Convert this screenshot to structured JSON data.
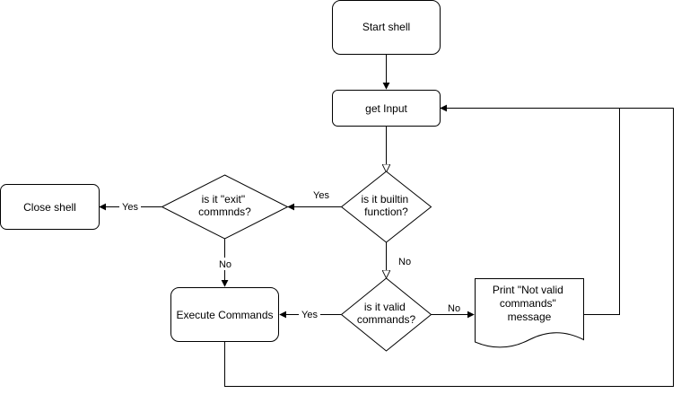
{
  "nodes": {
    "start_shell": "Start shell",
    "get_input": "get Input",
    "is_builtin": [
      "is it builtin",
      "function?"
    ],
    "is_exit": [
      "is it \"exit\"",
      "commnds?"
    ],
    "close_shell": "Close shell",
    "is_valid": [
      "is it valid",
      "commands?"
    ],
    "execute": "Execute Commands",
    "print_invalid": [
      "Print \"Not valid",
      "commands\"",
      "message"
    ]
  },
  "edges": {
    "builtin_yes": "Yes",
    "exit_yes": "Yes",
    "exit_no": "No",
    "builtin_no": "No",
    "valid_yes": "Yes",
    "valid_no": "No"
  }
}
